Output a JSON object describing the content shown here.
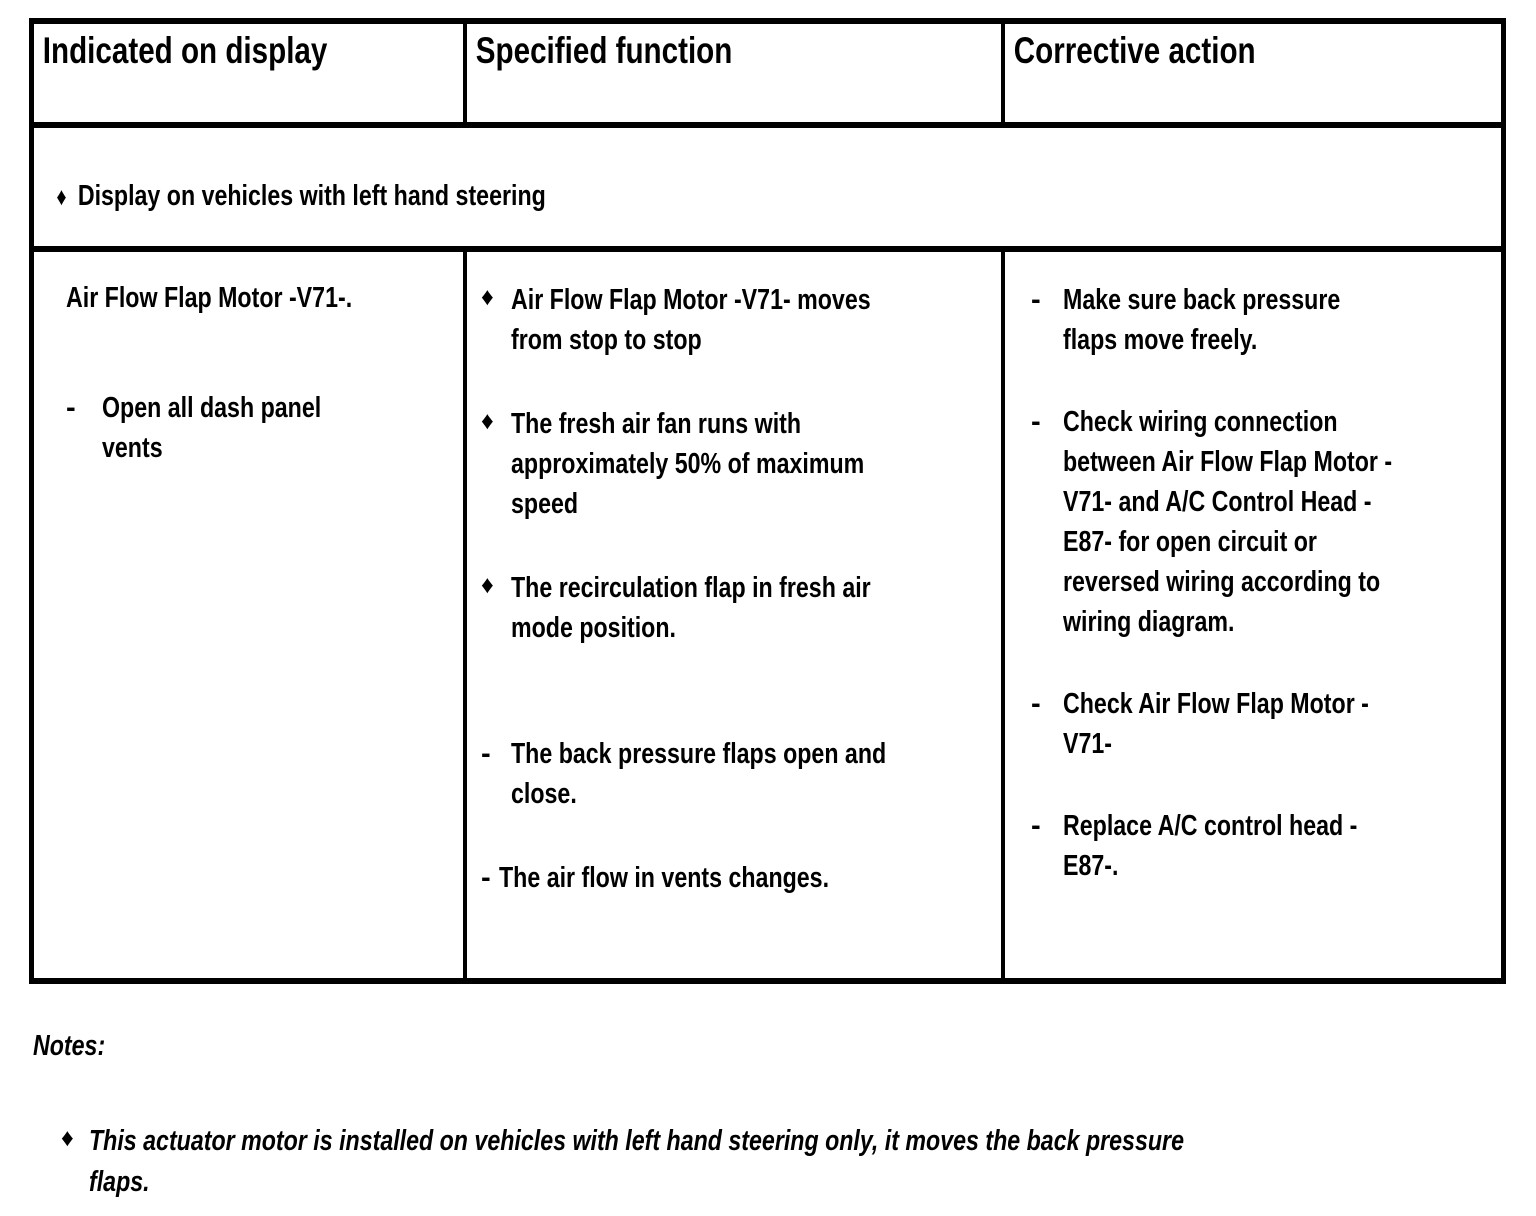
{
  "table": {
    "headers": [
      "Indicated on display",
      "Specified function",
      "Corrective action"
    ],
    "banner": {
      "marker": "♦",
      "text": "Display on vehicles with left hand steering"
    },
    "body": {
      "column1": {
        "title": "Air Flow Flap Motor -V71-.",
        "items": [
          {
            "marker": "-",
            "text": "Open all dash panel vents"
          }
        ]
      },
      "column2": {
        "diamond_items": [
          {
            "marker": "♦",
            "text": "Air Flow Flap Motor -V71- moves from stop to stop"
          },
          {
            "marker": "♦",
            "text": "The fresh air fan runs with approximately 50% of maximum speed"
          },
          {
            "marker": "♦",
            "text": "The recirculation flap in fresh air mode position."
          }
        ],
        "dash_items": [
          {
            "marker": "-",
            "text": "The back pressure flaps open and close."
          }
        ],
        "dash_items_tight": [
          {
            "marker": "-",
            "text": "The air flow in vents changes."
          }
        ]
      },
      "column3": {
        "items": [
          {
            "marker": "-",
            "text": "Make sure back pressure flaps move freely."
          },
          {
            "marker": "-",
            "text": "Check wiring connection between Air Flow Flap Motor -V71- and A/C Control Head -E87- for open circuit or reversed wiring according to wiring diagram."
          },
          {
            "marker": "-",
            "text": "Check Air Flow Flap Motor -V71-"
          },
          {
            "marker": "-",
            "text": "Replace A/C control head -E87-."
          }
        ]
      }
    }
  },
  "notes": {
    "title": "Notes:",
    "items": [
      {
        "marker": "♦",
        "text": "This actuator motor is installed on vehicles with left hand steering only, it moves the back pressure flaps."
      }
    ]
  },
  "colors": {
    "background": "#ffffff",
    "text": "#000000",
    "border": "#000000"
  }
}
